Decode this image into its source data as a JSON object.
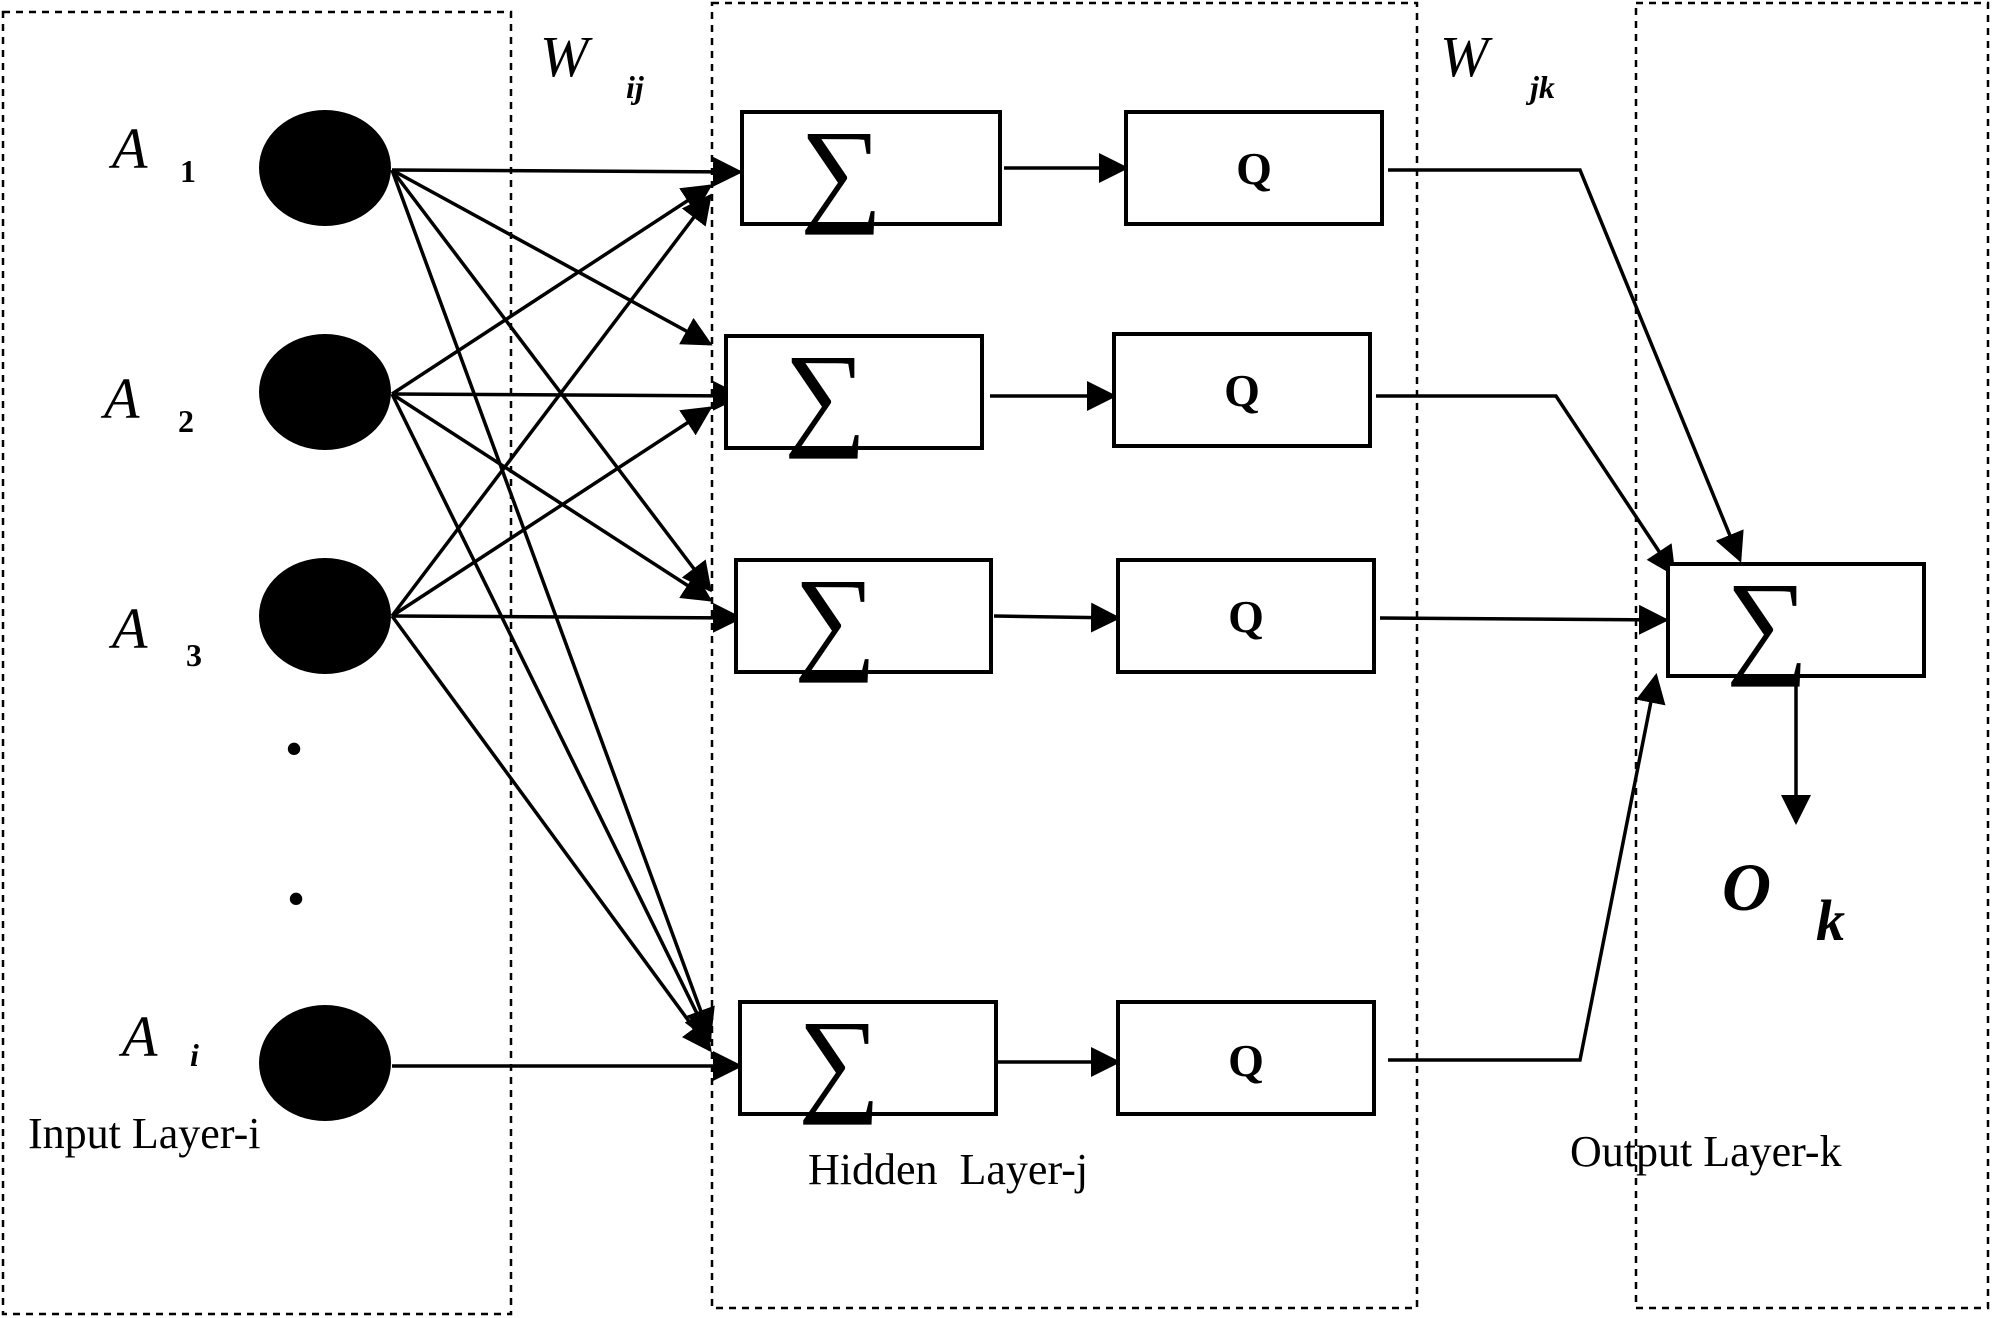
{
  "input_layer": {
    "label": "Input Layer-i",
    "nodes": [
      {
        "letter": "A",
        "sub": "1"
      },
      {
        "letter": "A",
        "sub": "2"
      },
      {
        "letter": "A",
        "sub": "3"
      },
      {
        "letter": "A",
        "sub": "i"
      }
    ],
    "ellipsis": [
      "•",
      "•"
    ]
  },
  "weights": {
    "wij": {
      "letter": "W",
      "sub": "ij"
    },
    "wjk": {
      "letter": "W",
      "sub": "jk"
    }
  },
  "hidden_layer": {
    "label": "Hidden  Layer-j",
    "units": [
      {
        "sum": "∑",
        "act": "Q"
      },
      {
        "sum": "∑",
        "act": "Q"
      },
      {
        "sum": "∑",
        "act": "Q"
      },
      {
        "sum": "∑",
        "act": "Q"
      }
    ]
  },
  "output_layer": {
    "label": "Output Layer-k",
    "sum": "∑",
    "output": {
      "letter": "O",
      "sub": "k"
    }
  },
  "colors": {
    "ink": "#000000",
    "background": "#ffffff"
  }
}
